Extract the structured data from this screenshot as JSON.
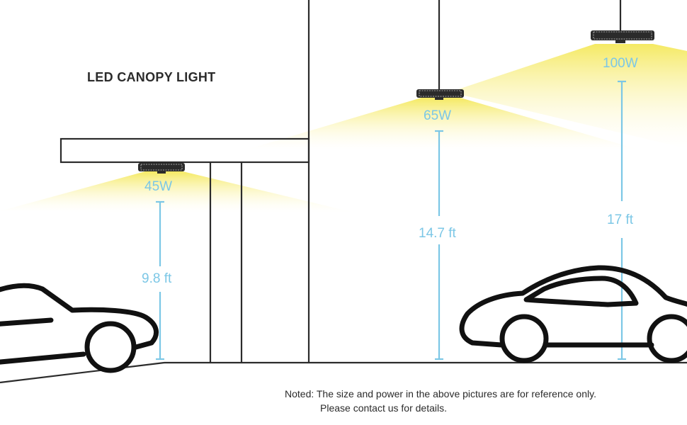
{
  "title": "LED CANOPY LIGHT",
  "lights": [
    {
      "power": "45W",
      "height": "9.8 ft"
    },
    {
      "power": "65W",
      "height": "14.7 ft"
    },
    {
      "power": "100W",
      "height": "17 ft"
    }
  ],
  "note": {
    "line1": "Noted: The size and power in the above pictures are for reference only.",
    "line2": "Please contact us for details."
  },
  "colors": {
    "line": "#2b2b2b",
    "dimension": "#7cc7e6",
    "beam": "#f7ee7a"
  }
}
